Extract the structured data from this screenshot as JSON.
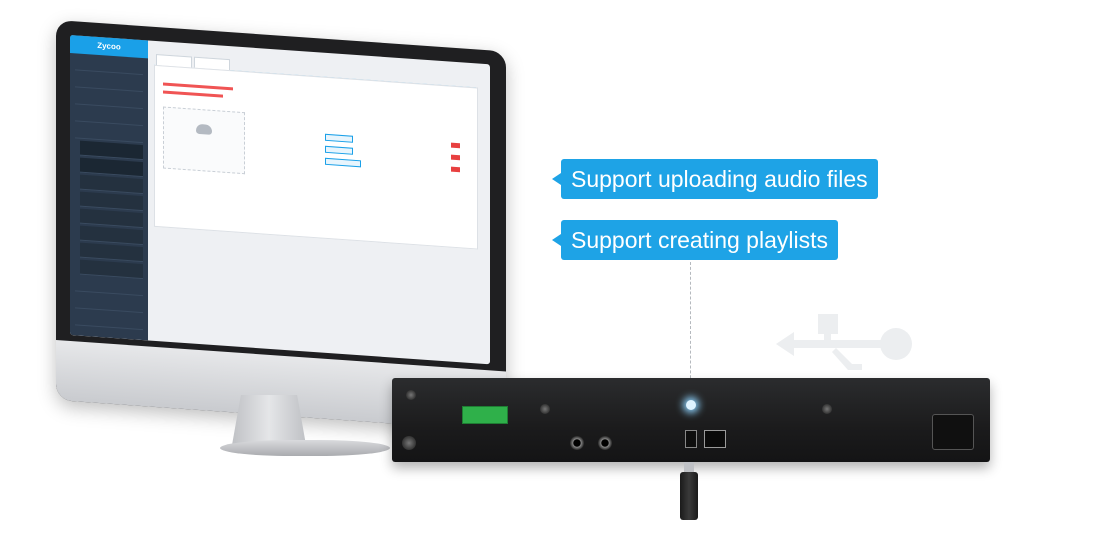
{
  "callouts": {
    "upload": "Support uploading audio files",
    "playlist": "Support creating playlists"
  },
  "screen": {
    "logo": "Zycoo"
  },
  "colors": {
    "callout_bg": "#1ea3e6",
    "callout_text": "#ffffff",
    "sidebar": "#2c3b4e",
    "accent": "#1aa0e8",
    "delete_red": "#e84040",
    "terminal_green": "#2fb04a",
    "device_body": "#1b1b1c"
  },
  "icons": [
    "cloud-upload-icon",
    "usb-symbol-icon",
    "usb-port-icon",
    "ethernet-port-icon",
    "power-socket-icon",
    "usb-dongle-icon"
  ]
}
